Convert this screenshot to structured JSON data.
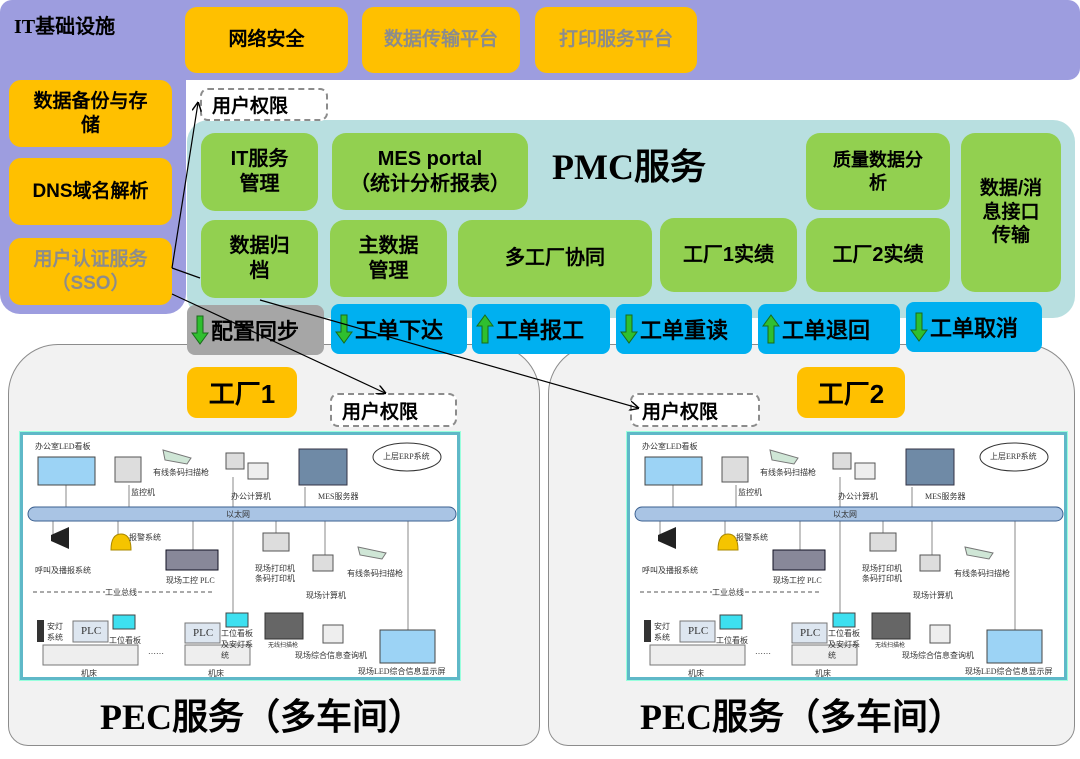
{
  "it_infra": {
    "title": "IT基础设施",
    "top": [
      {
        "label": "网络安全",
        "active": true
      },
      {
        "label": "数据传输平台",
        "active": false
      },
      {
        "label": "打印服务平台",
        "active": false
      }
    ],
    "left": [
      {
        "label": "数据备份与存储",
        "active": true
      },
      {
        "label": "DNS域名解析",
        "active": true
      },
      {
        "label": "用户认证服务（SSO）",
        "active": false
      }
    ]
  },
  "user_permission": "用户权限",
  "pmc": {
    "title": "PMC服务",
    "modules": {
      "it_service": "IT服务管理",
      "mes_portal": "MES portal",
      "mes_portal_sub": "（统计分析报表）",
      "quality": "质量数据分析",
      "interface": "数据/消息接口传输",
      "archive": "数据归档",
      "master_data": "主数据管理",
      "multi_factory": "多工厂协同",
      "factory1_perf": "工厂1实绩",
      "factory2_perf": "工厂2实绩"
    }
  },
  "flows": [
    {
      "label": "配置同步",
      "direction": "down",
      "color": "#a6a6a6"
    },
    {
      "label": "工单下达",
      "direction": "down",
      "color": "#00b0f0"
    },
    {
      "label": "工单报工",
      "direction": "up",
      "color": "#00b0f0"
    },
    {
      "label": "工单重读",
      "direction": "down",
      "color": "#00b0f0"
    },
    {
      "label": "工单退回",
      "direction": "up",
      "color": "#00b0f0"
    },
    {
      "label": "工单取消",
      "direction": "down",
      "color": "#00b0f0"
    }
  ],
  "factories": [
    {
      "name": "工厂1",
      "service": "PEC服务（多车间）"
    },
    {
      "name": "工厂2",
      "service": "PEC服务（多车间）"
    }
  ],
  "network": {
    "office_led": "办公室LED看板",
    "monitor_pc": "监控机",
    "wired_scanner": "有线条码扫描枪",
    "office_pc": "办公计算机",
    "mes_server": "MES服务器",
    "erp": "上层ERP系统",
    "ethernet": "以太网",
    "broadcast": "呼叫及播报系统",
    "alarm": "报警系统",
    "plc_ctrl": "现场工控 PLC",
    "printer1": "现场打印机",
    "printer2": "条码打印机",
    "field_pc": "现场计算机",
    "field_scanner": "有线条码扫描枪",
    "fieldbus": "工业总线",
    "andon": "安灯系统",
    "plc": "PLC",
    "station_board": "工位看板",
    "station_board_andon": "工位看板及安灯系统",
    "ellipsis": "……",
    "wireless_scanner": "无线扫描枪",
    "query_terminal": "现场综合信息查询机",
    "led_display": "现场LED综合信息显示屏",
    "machine": "机床"
  },
  "colors": {
    "infra": "#9d9ddf",
    "orange": "#ffc000",
    "pmc_bg": "#b8dfe0",
    "green": "#92d050",
    "blue": "#00b0f0",
    "arrow_green": "#2fbf2f"
  }
}
